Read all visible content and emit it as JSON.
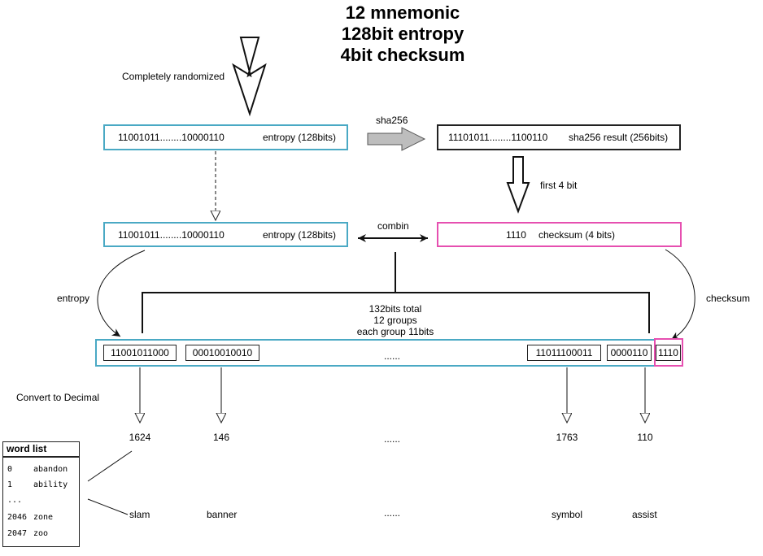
{
  "title": {
    "line1": "12 mnemonic",
    "line2": "128bit entropy",
    "line3": "4bit checksum"
  },
  "labels": {
    "randomized": "Completely randomized",
    "sha256": "sha256",
    "first_bits": "first 4 bit",
    "combin": "combin",
    "entropy_side": "entropy",
    "checksum_side": "checksum",
    "total1": "132bits total",
    "total2": "12 groups",
    "total3": "each group 11bits",
    "convert": "Convert to Decimal"
  },
  "entropy_box": {
    "bits": "11001011........10000110",
    "label": "entropy (128bits)"
  },
  "sha_box": {
    "bits": "11101011........1100110",
    "label": "sha256 result  (256bits)"
  },
  "entropy_box2": {
    "bits": "11001011........10000110",
    "label": "entropy (128bits)"
  },
  "checksum_box": {
    "bits": "1110",
    "label": "checksum (4 bits)"
  },
  "groups": {
    "g1": "11001011000",
    "g2": "00010010010",
    "ellipsis": "......",
    "g11": "11011100011",
    "g12": "0000110",
    "checksum": "1110"
  },
  "decimals": {
    "d1": "1624",
    "d2": "146",
    "ellipsis": "......",
    "d11": "1763",
    "d12": "110"
  },
  "words": {
    "w1": "slam",
    "w2": "banner",
    "ellipsis": "......",
    "w11": "symbol",
    "w12": "assist"
  },
  "word_list": {
    "title": "word list",
    "rows": [
      {
        "index": "0",
        "word": "abandon"
      },
      {
        "index": "1",
        "word": "ability"
      },
      {
        "index": "...",
        "word": ""
      },
      {
        "index": "2046",
        "word": "zone"
      },
      {
        "index": "2047",
        "word": "zoo"
      }
    ]
  },
  "colors": {
    "teal": "#4aa9c4",
    "pink": "#e64fb0",
    "dark": "#222222",
    "gray_arrow": "#bdbdbd"
  }
}
